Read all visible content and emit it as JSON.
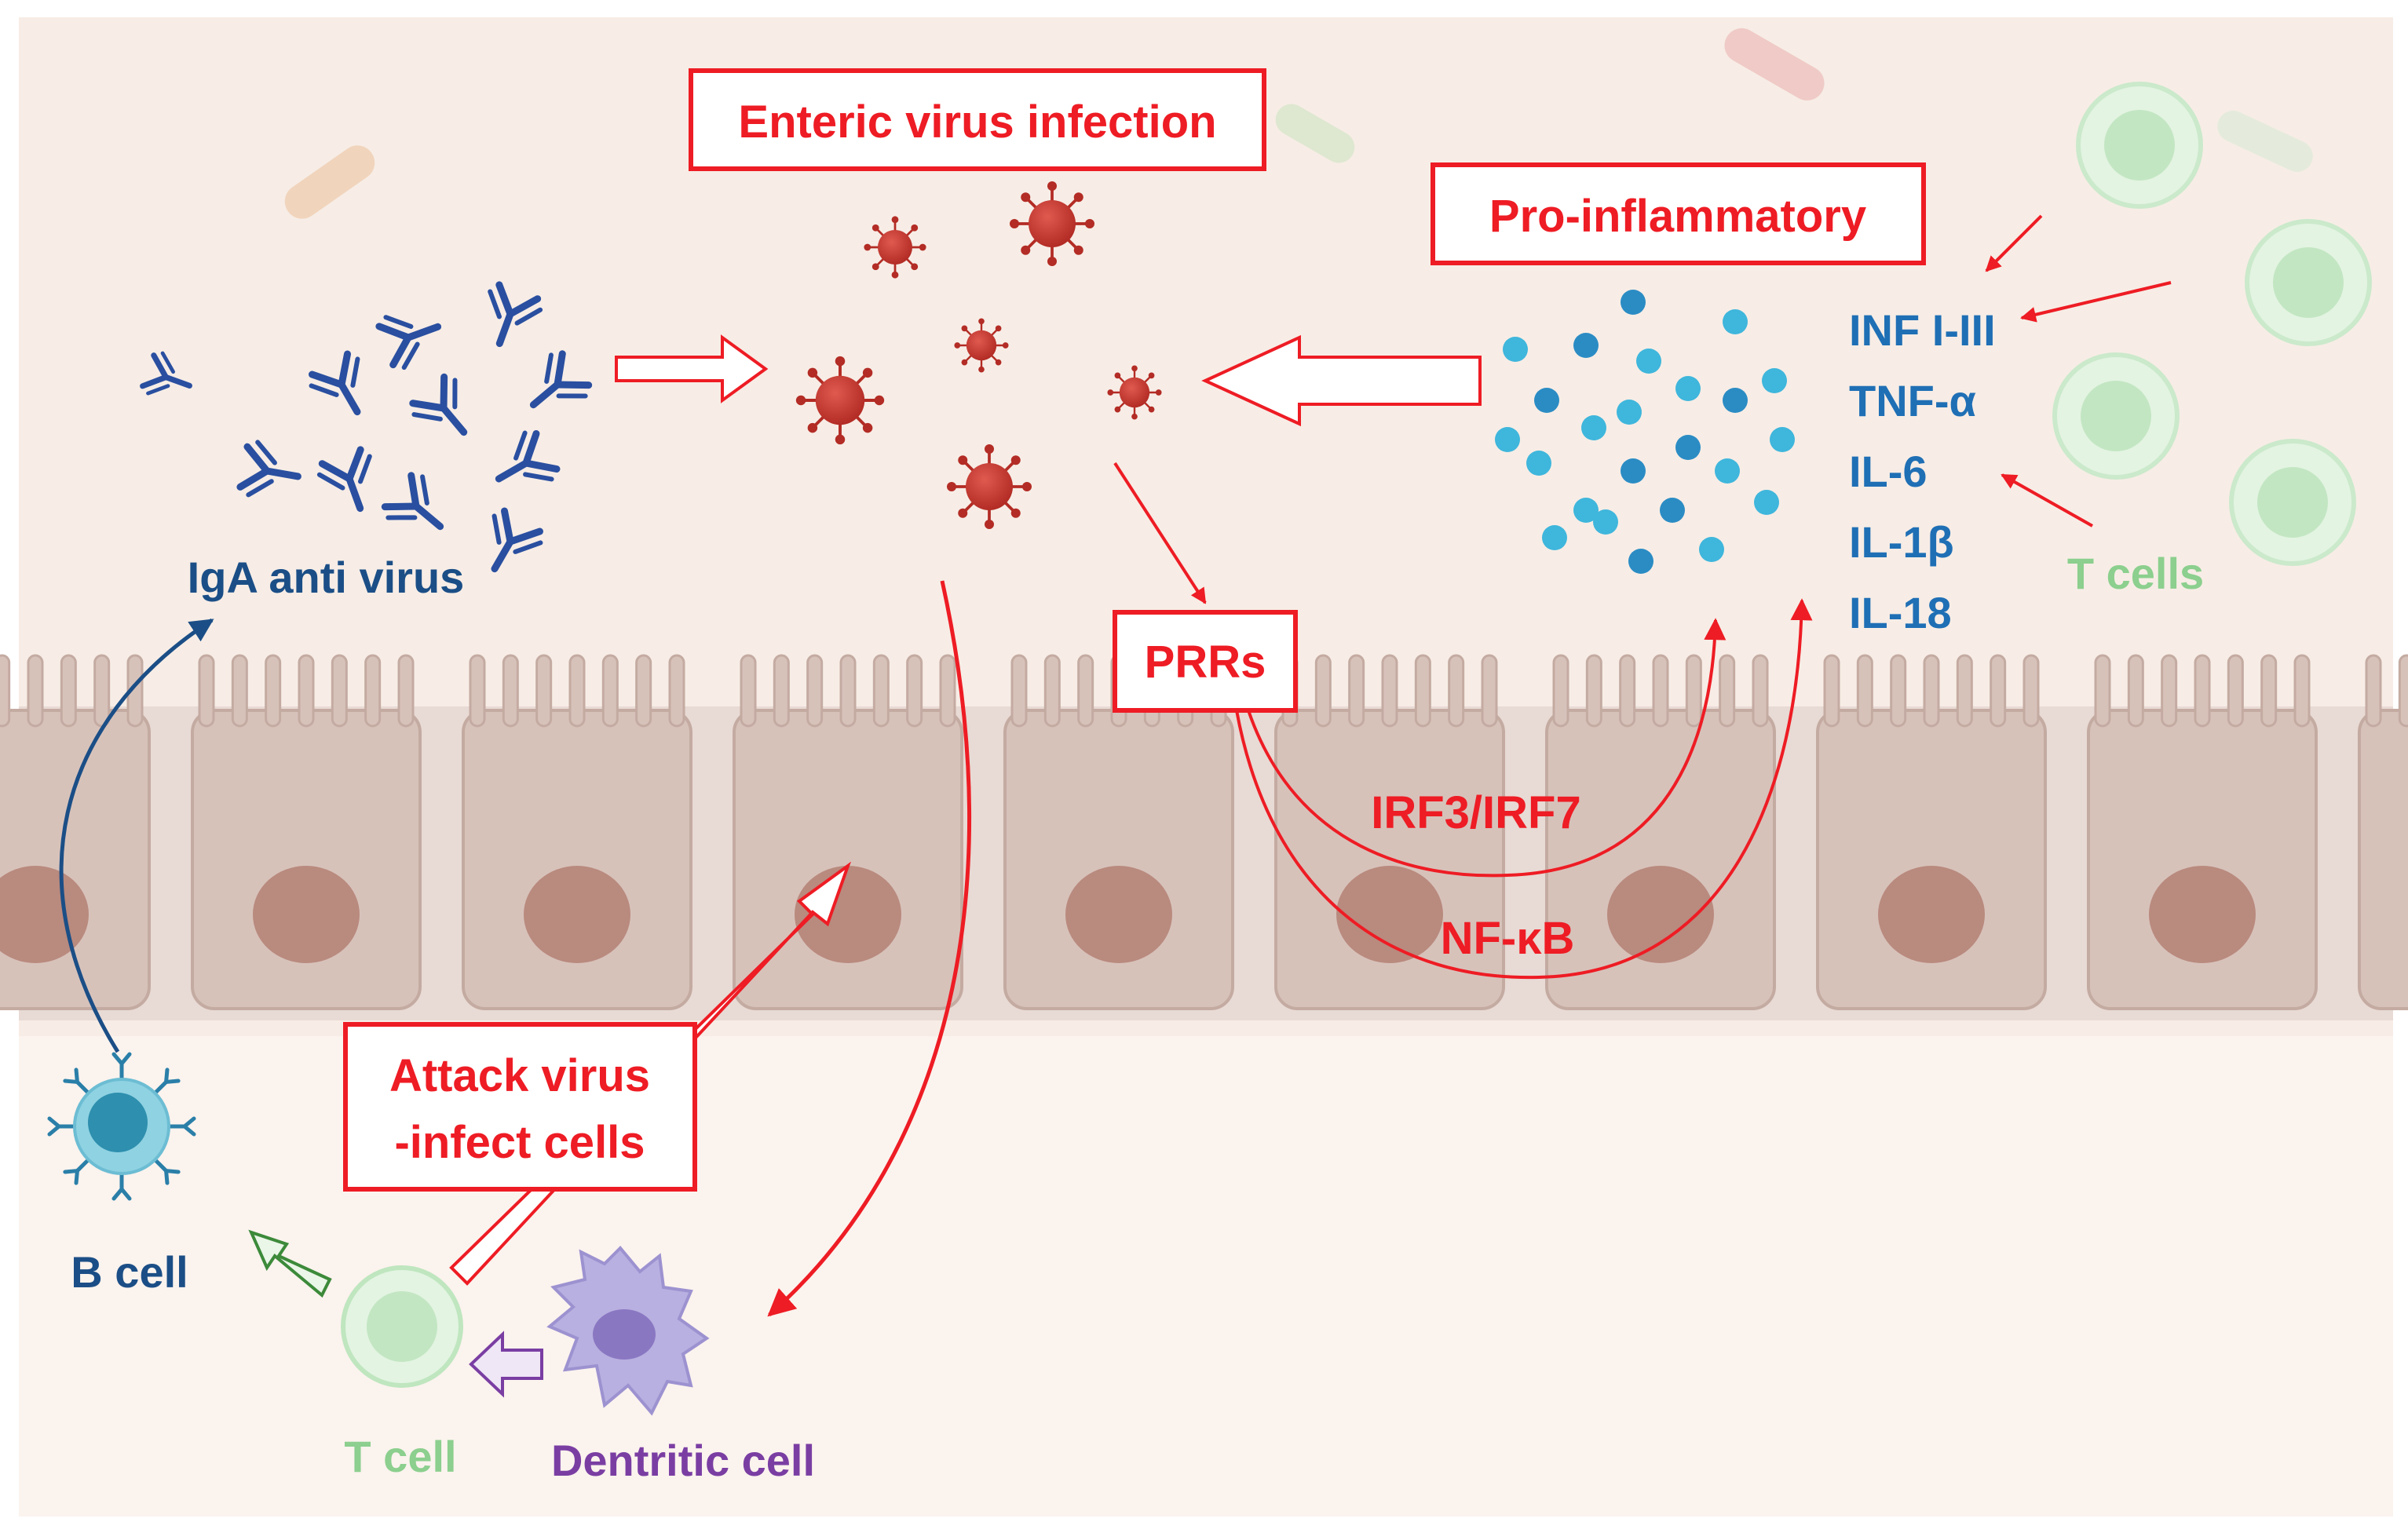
{
  "labels": {
    "enteric_virus_infection": "Enteric virus infection",
    "pro_inflammatory": "Pro-inflammatory",
    "iga_anti_virus": "IgA anti virus",
    "prrs": "PRRs",
    "irf3_irf7": "IRF3/IRF7",
    "nf_kb": "NF-κB",
    "attack_line1": "Attack virus",
    "attack_line2": "-infect cells",
    "b_cell": "B cell",
    "t_cell": "T cell",
    "t_cells": "T cells",
    "dendritic_cell": "Dentritic cell"
  },
  "cytokines": [
    "INF I-III",
    "TNF-α",
    "IL-6",
    "IL-1β",
    "IL-18"
  ],
  "colors": {
    "red": "#ee1c24",
    "virus": "#c8372f",
    "blue_text": "#1f6fb5",
    "navy": "#1b4e86",
    "antibody": "#2a4fa0",
    "green_text": "#8ccf8e",
    "purple": "#7a3ea3",
    "cell_fill": "#d7c2ba",
    "nucleus": "#b98a7e",
    "background": "#f7ede6"
  }
}
